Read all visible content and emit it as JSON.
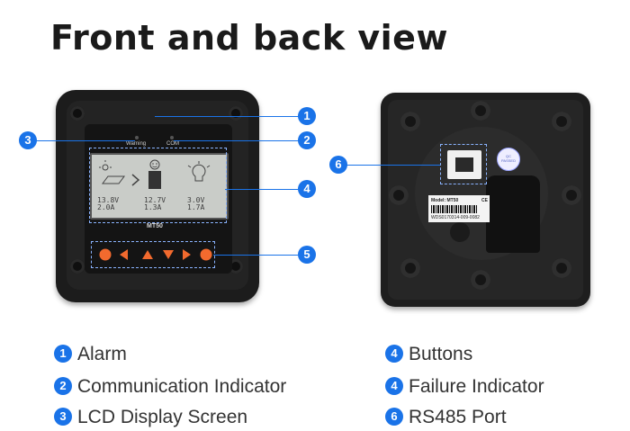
{
  "title": "Front and back view",
  "front": {
    "led_warning": "Warning",
    "led_com": "COM",
    "lcd": {
      "col1": "13.8V\n2.0A",
      "col2": "12.7V\n1.3A",
      "col3": "3.0V\n1.7A"
    },
    "model": "MT50"
  },
  "back": {
    "sticker_model": "Model: MT50",
    "sticker_serial": "WDS0170314-009-0082",
    "qc_line1": "QC",
    "qc_line2": "PASSED"
  },
  "callouts": [
    "1",
    "2",
    "3",
    "4",
    "5",
    "6"
  ],
  "legend": [
    {
      "num": "1",
      "label": "Alarm"
    },
    {
      "num": "2",
      "label": "Communication Indicator"
    },
    {
      "num": "3",
      "label": "LCD Display Screen"
    },
    {
      "num": "4",
      "label": "Buttons"
    },
    {
      "num": "4",
      "label": "Failure Indicator"
    },
    {
      "num": "6",
      "label": "RS485 Port"
    }
  ],
  "colors": {
    "accent": "#1a73e8",
    "button": "#f26a2e"
  }
}
